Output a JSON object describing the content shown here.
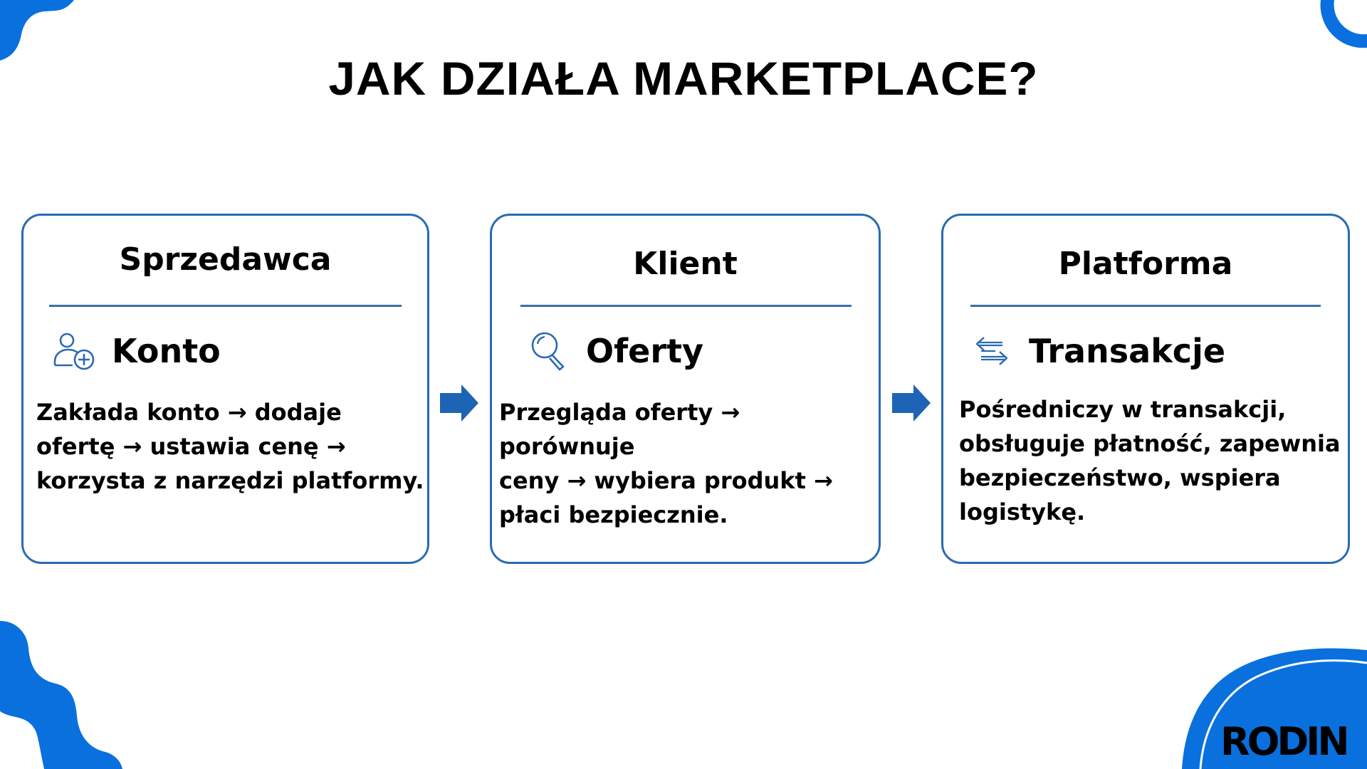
{
  "title": "JAK DZIAŁA MARKETPLACE?",
  "colors": {
    "accent": "#0a70de",
    "card_border": "#2a6ab4",
    "rule": "#3a6fa8",
    "icon": "#2a6ab4",
    "arrow": "#1d64b5"
  },
  "cards": [
    {
      "header": "Sprzedawca",
      "icon": "user-add-icon",
      "subtitle": "Konto",
      "lines": [
        "Zakłada konto → dodaje",
        "ofertę → ustawia cenę →",
        "korzysta z narzędzi platformy."
      ]
    },
    {
      "header": "Klient",
      "icon": "magnifier-icon",
      "subtitle": "Oferty",
      "lines": [
        "Przegląda oferty → porównuje",
        "ceny → wybiera produkt →",
        "płaci bezpiecznie."
      ]
    },
    {
      "header": "Platforma",
      "icon": "exchange-arrows-icon",
      "subtitle": "Transakcje",
      "lines": [
        "Pośredniczy w transakcji,",
        "obsługuje płatność, zapewnia",
        "bezpieczeństwo, wspiera",
        "logistykę."
      ]
    }
  ],
  "flow_arrows": [
    "right-arrow-icon",
    "right-arrow-icon"
  ],
  "logo": "RODIN"
}
